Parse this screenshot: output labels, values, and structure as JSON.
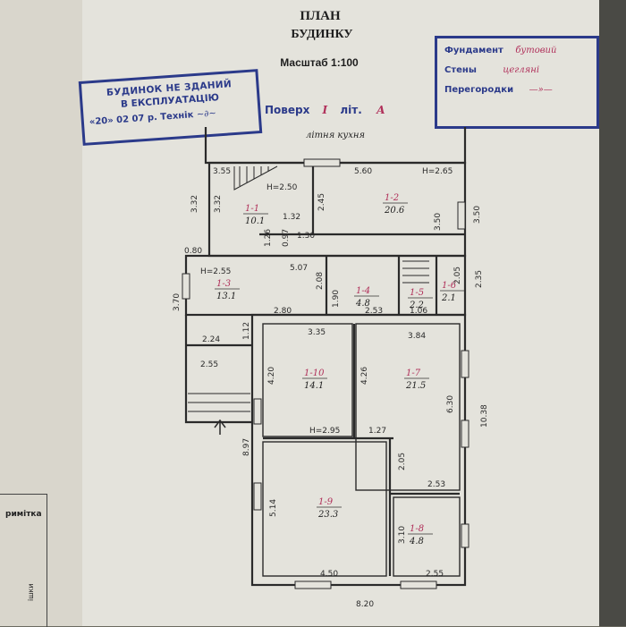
{
  "left_page": {
    "label": "римітка",
    "side_text": "ішки"
  },
  "header": {
    "title": "ПЛАН",
    "subtitle": "БУДИНКУ",
    "scale": "Масштаб 1:100"
  },
  "stamp_left": {
    "line1": "БУДИНОК НЕ ЗДАНИЙ",
    "line2": "В ЕКСПЛУАТАЦІЮ",
    "date": "«20» 02 07 р.",
    "technician_label": "Технік"
  },
  "stamp_right": {
    "foundation_label": "Фундамент",
    "foundation_value": "бутовий",
    "walls_label": "Стены",
    "walls_value": "цегляні",
    "partitions_label": "Перегородки",
    "partitions_value": "—»—"
  },
  "floor": {
    "label": "Поверх",
    "number": "I",
    "lit_label": "літ.",
    "lit_value": "А"
  },
  "plan": {
    "annex_label": "літня кухня",
    "rooms": [
      {
        "id": "1-1",
        "area": "10.1"
      },
      {
        "id": "1-2",
        "area": "20.6"
      },
      {
        "id": "1-3",
        "area": "13.1"
      },
      {
        "id": "1-4",
        "area": "4.8"
      },
      {
        "id": "1-5",
        "area": "2.2"
      },
      {
        "id": "1-6",
        "area": "2.1"
      },
      {
        "id": "1-10",
        "area": "14.1"
      },
      {
        "id": "1-7",
        "area": "21.5"
      },
      {
        "id": "1-9",
        "area": "23.3"
      },
      {
        "id": "1-8",
        "area": "4.8"
      }
    ],
    "dimensions": [
      "3.55",
      "5.60",
      "H=2.65",
      "H=2.50",
      "3.32",
      "3.32",
      "2.45",
      "3.50",
      "1.32",
      "1.26",
      "0.97",
      "1.30",
      "3.50",
      "0.80",
      "5.07",
      "H=2.55",
      "2.35",
      "2.05",
      "3.70",
      "2.08",
      "1.90",
      "2.53",
      "1.06",
      "2.80",
      "1.12",
      "2.24",
      "2.55",
      "3.35",
      "3.84",
      "4.20",
      "4.26",
      "H=2.95",
      "6.30",
      "10.38",
      "1.27",
      "8.97",
      "2.05",
      "2.53",
      "5.14",
      "3.10",
      "4.50",
      "2.55",
      "8.20"
    ]
  }
}
